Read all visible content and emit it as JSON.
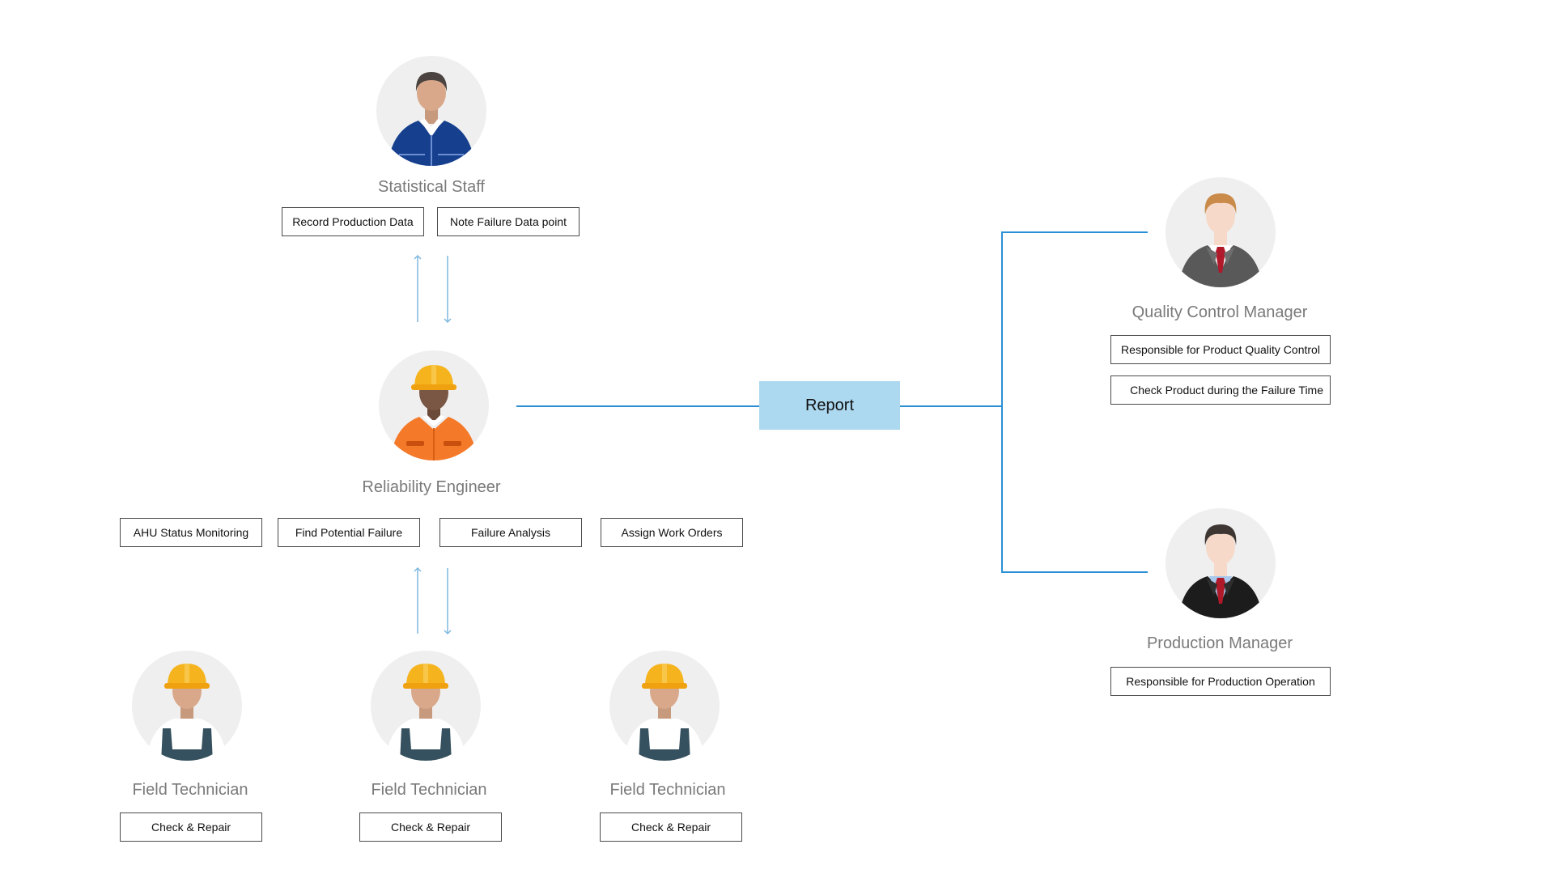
{
  "statistical_staff": {
    "role": "Statistical Staff",
    "tasks": [
      "Record Production Data",
      "Note Failure Data point"
    ]
  },
  "reliability_engineer": {
    "role": "Reliability Engineer",
    "tasks": [
      "AHU Status Monitoring",
      "Find Potential Failure",
      "Failure Analysis",
      "Assign Work Orders"
    ]
  },
  "field_technicians": [
    {
      "role": "Field Technician",
      "task": "Check & Repair"
    },
    {
      "role": "Field Technician",
      "task": "Check & Repair"
    },
    {
      "role": "Field Technician",
      "task": "Check & Repair"
    }
  ],
  "report": {
    "label": "Report"
  },
  "quality_control_manager": {
    "role": "Quality Control Manager",
    "tasks": [
      "Responsible for Product Quality Control",
      "Check Product during the Failure Time"
    ]
  },
  "production_manager": {
    "role": "Production Manager",
    "tasks": [
      "Responsible for Production Operation"
    ]
  },
  "colors": {
    "connector_blue": "#2b8fd6",
    "arrow_light_blue": "#7fb8df",
    "report_fill": "#acd8f0",
    "avatar_bg": "#efefef"
  }
}
